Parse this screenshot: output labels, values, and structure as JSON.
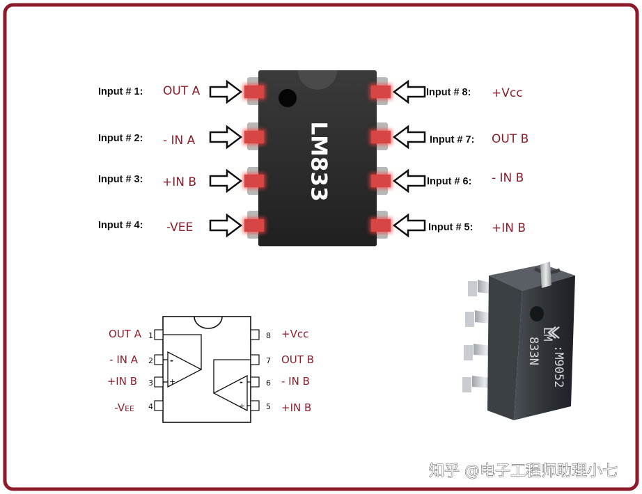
{
  "chip": {
    "name": "LM833",
    "left_pins": [
      {
        "label": "Input # 1:",
        "name": "OUT A"
      },
      {
        "label": "Input # 2:",
        "name": "- IN A"
      },
      {
        "label": "Input # 3:",
        "name": "+IN B"
      },
      {
        "label": "Input # 4:",
        "name": "-VEE"
      }
    ],
    "right_pins": [
      {
        "label": "Input # 8:",
        "name": "+Vcc"
      },
      {
        "label": "Input # 7:",
        "name": "OUT B"
      },
      {
        "label": "Input # 6:",
        "name": "- IN B"
      },
      {
        "label": "Input # 5:",
        "name": "+IN B"
      }
    ]
  },
  "schematic": {
    "left": [
      {
        "num": "1",
        "name": "OUT A"
      },
      {
        "num": "2",
        "name": "- IN A"
      },
      {
        "num": "3",
        "name": "+IN B"
      },
      {
        "num": "4",
        "name": "-V",
        "sub": "EE"
      }
    ],
    "right": [
      {
        "num": "8",
        "name": "+Vcc"
      },
      {
        "num": "7",
        "name": "OUT B"
      },
      {
        "num": "6",
        "name": "- IN B"
      },
      {
        "num": "5",
        "name": "+IN B"
      }
    ],
    "minus": "-",
    "plus": "+"
  },
  "photo": {
    "marking_line1": "LM",
    "marking_line2": "833N",
    "marking_code": ":M9052"
  },
  "watermark": "知乎 @电子工程师助理小七",
  "colors": {
    "frame": "#8b1a2a",
    "label_red": "#8c1d2b",
    "chip_body": "#2a2a2a",
    "pad": "#e04848"
  }
}
